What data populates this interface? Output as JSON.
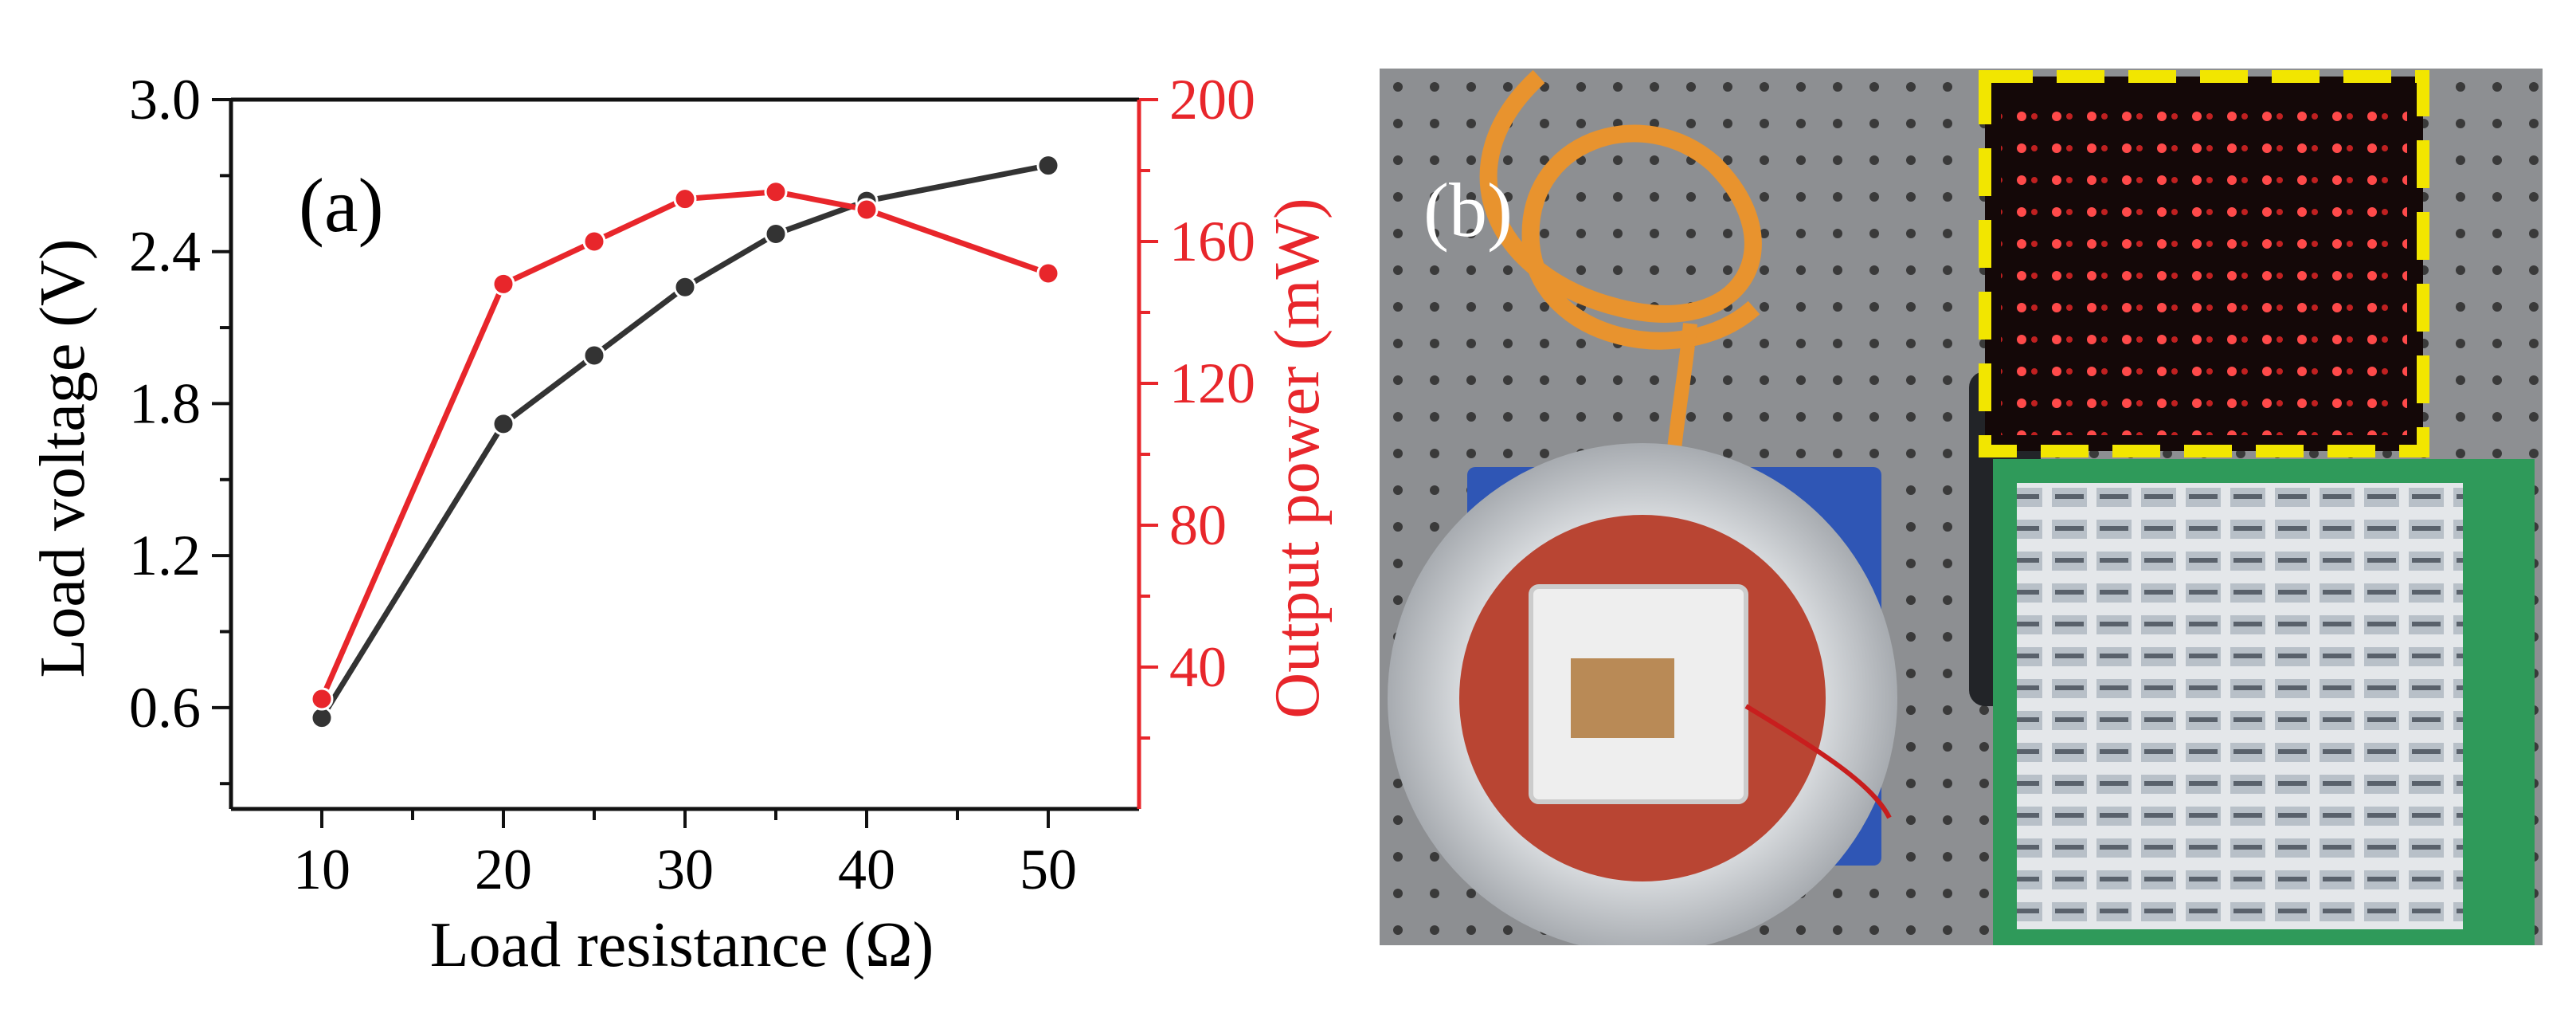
{
  "panel_a_label": "(a)",
  "panel_b_label": "(b)",
  "colors": {
    "voltage": "#333333",
    "power": "#e8262b",
    "axis_right": "#e8262b",
    "inset_border": "#f2e600"
  },
  "chart_data": {
    "type": "line",
    "x": [
      10,
      20,
      25,
      30,
      35,
      40,
      50
    ],
    "xlabel": "Load resistance (Ω)",
    "xlim": [
      5,
      55
    ],
    "xticks": [
      "10",
      "20",
      "30",
      "40",
      "50"
    ],
    "ylabel_left": "Load voltage (V)",
    "ylim_left": [
      0.2,
      3.0
    ],
    "yticks_left": [
      "0.6",
      "1.2",
      "1.8",
      "2.4",
      "3.0"
    ],
    "ylabel_right": "Output power (mW)",
    "ylim_right": [
      0,
      200
    ],
    "yticks_right": [
      "40",
      "80",
      "120",
      "160",
      "200"
    ],
    "series": [
      {
        "axis": "left",
        "values": [
          0.56,
          1.72,
          1.99,
          2.26,
          2.47,
          2.6,
          2.74
        ]
      },
      {
        "axis": "right",
        "values": [
          31,
          148,
          160,
          172,
          174,
          169,
          151
        ]
      }
    ],
    "grid": false,
    "legend": "none"
  }
}
